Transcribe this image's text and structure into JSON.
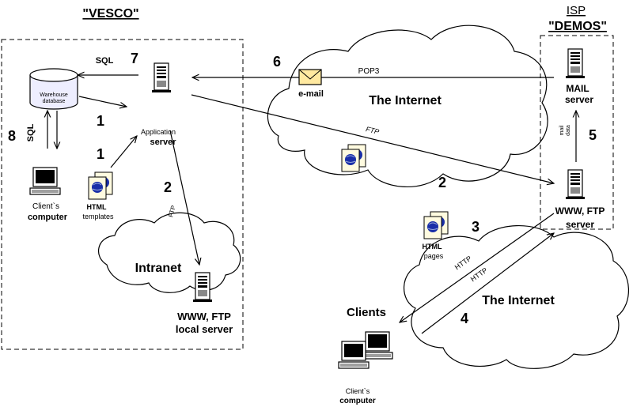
{
  "titles": {
    "vesco": "\"VESCO\"",
    "isp_line1": "ISP",
    "isp_line2": "\"DEMOS\""
  },
  "clouds": {
    "internet_top": "The Internet",
    "internet_bottom": "The Internet",
    "intranet": "Intranet"
  },
  "nodes": {
    "warehouse_line1": "Warehouse",
    "warehouse_line2": "database",
    "app_server_line1": "Application",
    "app_server_line2": "server",
    "client_left_line1": "Client`s",
    "client_left_line2": "computer",
    "html_templates_line1": "HTML",
    "html_templates_line2": "templates",
    "local_server_line1": "WWW, FTP",
    "local_server_line2": "local server",
    "mail_server_line1": "MAIL",
    "mail_server_line2": "server",
    "www_server_line1": "WWW, FTP",
    "www_server_line2": "server",
    "email": "e-mail",
    "html_pages_line1": "HTML",
    "html_pages_line2": "pages",
    "clients": "Clients",
    "client_bottom_line1": "Client`s",
    "client_bottom_line2": "computer"
  },
  "arrows": {
    "sql_top": "SQL",
    "sql_left": "SQL",
    "pop3": "POP3",
    "ftp_top": "FTP",
    "ftp_local": "FTP",
    "mail_data_line1": "mail",
    "mail_data_line2": "data",
    "http_1": "HTTP",
    "http_2": "HTTP"
  },
  "steps": {
    "s7": "7",
    "s6": "6",
    "s1a": "1",
    "s1b": "1",
    "s8": "8",
    "s2a": "2",
    "s2b": "2",
    "s3": "3",
    "s4": "4",
    "s5": "5"
  }
}
